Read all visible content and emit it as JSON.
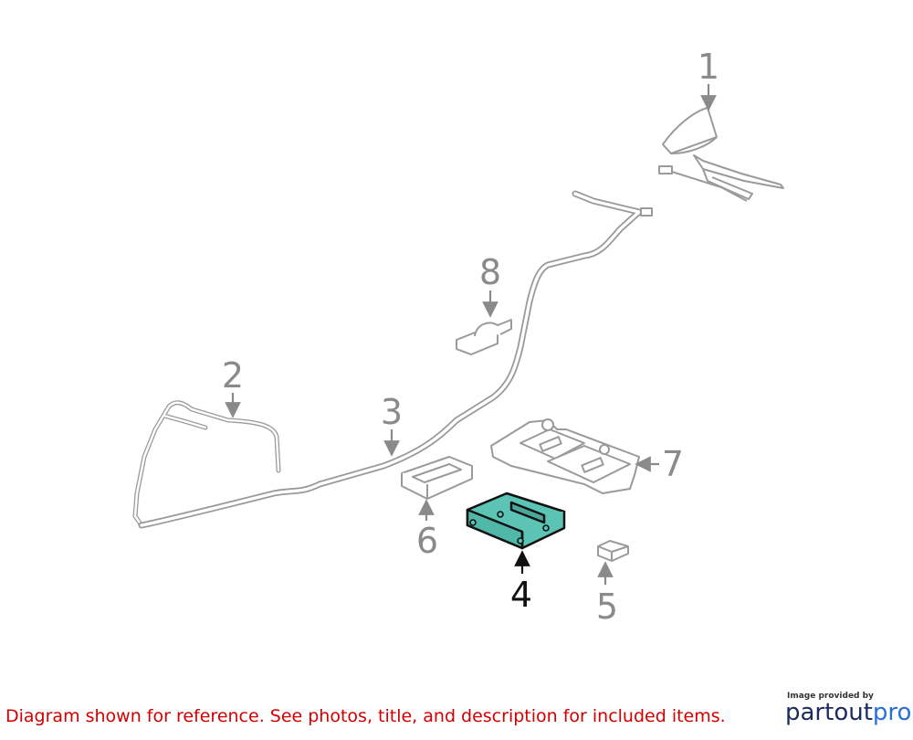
{
  "callouts": [
    "1",
    "2",
    "3",
    "4",
    "5",
    "6",
    "7",
    "8"
  ],
  "highlighted_part": "4",
  "colors": {
    "line": "#9a9a9a",
    "highlight_fill": "#5bc4b4",
    "highlight_stroke": "#111111",
    "callout_text": "#8a8a8a",
    "disclaimer": "#d40000"
  },
  "disclaimer": "Diagram shown for reference. See photos, title, and description for included items.",
  "credit": {
    "small": "Image provided by",
    "brand_part1": "partout",
    "brand_part2": "pro"
  }
}
